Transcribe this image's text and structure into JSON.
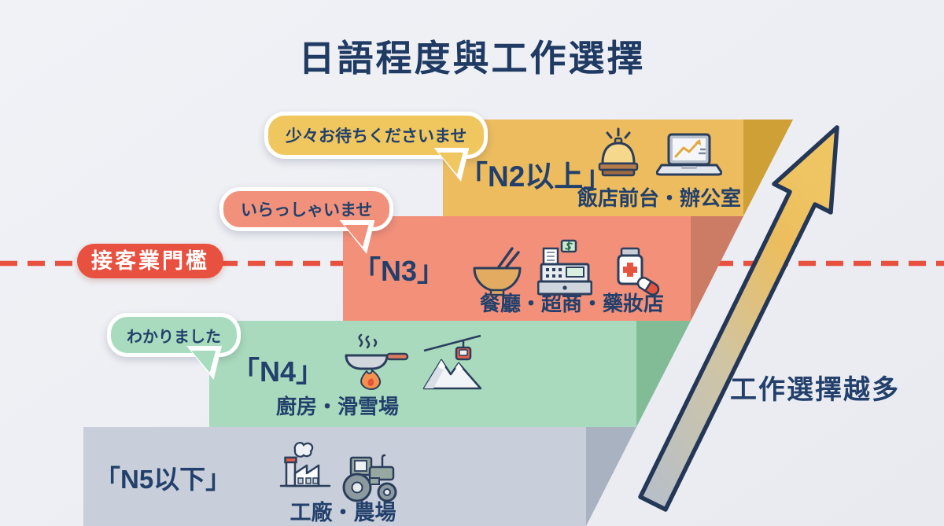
{
  "title": "日語程度與工作選擇",
  "threshold": {
    "label": "接客業門檻",
    "line_style": "red-dashed"
  },
  "arrow": {
    "label": "工作選擇越多",
    "direction": "up-right"
  },
  "levels": [
    {
      "id": "n2",
      "level_label": "「N2以上」",
      "jobs": "飯店前台・辦公室",
      "bubble": "少々お待ちくださいませ",
      "color": "#ecbc5f",
      "dark": "#cfa036",
      "icons": [
        "service-bell",
        "laptop-chart"
      ]
    },
    {
      "id": "n3",
      "level_label": "「N3」",
      "jobs": "餐廳・超商・藥妝店",
      "bubble": "いらっしゃいませ",
      "color": "#f3907a",
      "dark": "#cc7b65",
      "icons": [
        "rice-bowl",
        "cash-register",
        "medicine"
      ]
    },
    {
      "id": "n4",
      "level_label": "「N4」",
      "jobs": "廚房・滑雪場",
      "bubble": "わかりました",
      "color": "#a9dabd",
      "dark": "#82bc97",
      "icons": [
        "frying-pan",
        "ropeway"
      ]
    },
    {
      "id": "n5",
      "level_label": "「N5以下」",
      "jobs": "工廠・農場",
      "color": "#c9cfda",
      "dark": "#a9b2c1",
      "icons": [
        "factory",
        "tractor"
      ]
    }
  ],
  "colors": {
    "background": "#eef0f4",
    "navy_text": "#1f3a63",
    "outline_navy": "#2b3e5c",
    "threshold_red": "#e8503f",
    "bubble_border": "#ffffff",
    "arrow_gradient": [
      "#b4becb",
      "#cfc5a5",
      "#efc563"
    ]
  }
}
